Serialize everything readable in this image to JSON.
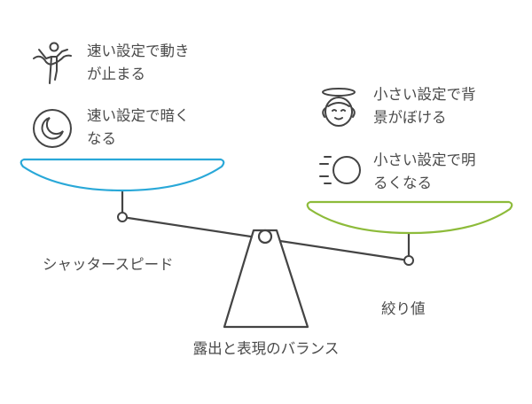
{
  "title": "露出と表現のバランス",
  "left_side": {
    "label": "シャッタースピード",
    "color": "#29a8d8",
    "items": [
      {
        "icon": "runner-finish-icon",
        "line1": "速い設定で動き",
        "line2": "が止まる"
      },
      {
        "icon": "moon-icon",
        "line1": "速い設定で暗く",
        "line2": "なる"
      }
    ]
  },
  "right_side": {
    "label": "絞り値",
    "color": "#8dbb3a",
    "items": [
      {
        "icon": "angel-face-icon",
        "line1": "小さい設定で背",
        "line2": "景がぼける"
      },
      {
        "icon": "bright-circle-icon",
        "line1": "小さい設定で明",
        "line2": "るくなる"
      }
    ]
  }
}
